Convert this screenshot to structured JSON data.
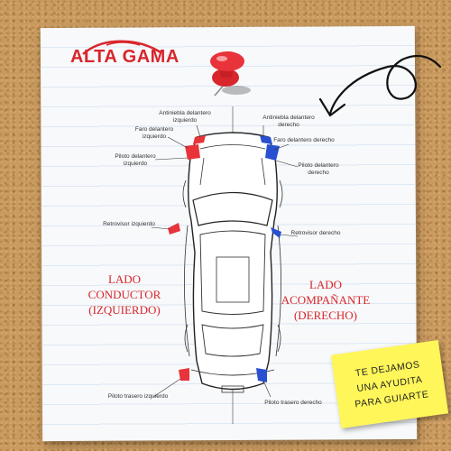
{
  "brand": {
    "name": "ALTA GAMA"
  },
  "labels": {
    "fog_left": "Antiniebla delantero izquierdo",
    "fog_right": "Antiniebla delantero derecho",
    "head_left": "Faro delantero izquierdo",
    "head_right": "Faro delantero derecho",
    "pilot_front_left": "Piloto delantero izquierdo",
    "pilot_front_right": "Piloto delantero derecho",
    "mirror_left": "Retrovisor izquierdo",
    "mirror_right": "Retrovisor derecho",
    "pilot_rear_left": "Piloto trasero izquierdo",
    "pilot_rear_right": "Piloto trasero derecho"
  },
  "sides": {
    "driver_line1": "LADO",
    "driver_line2": "CONDUCTOR",
    "driver_line3": "(IZQUIERDO)",
    "passenger_line1": "LADO",
    "passenger_line2": "ACOMPAÑANTE",
    "passenger_line3": "(DERECHO)"
  },
  "sticky": {
    "line1": "TE DEJAMOS",
    "line2": "UNA AYUDITA",
    "line3": "PARA GUIARTE"
  },
  "colors": {
    "accent": "#d8262c",
    "driver_marker": "#e8333a",
    "passenger_marker": "#2850d0",
    "sticky": "#fff65a"
  }
}
